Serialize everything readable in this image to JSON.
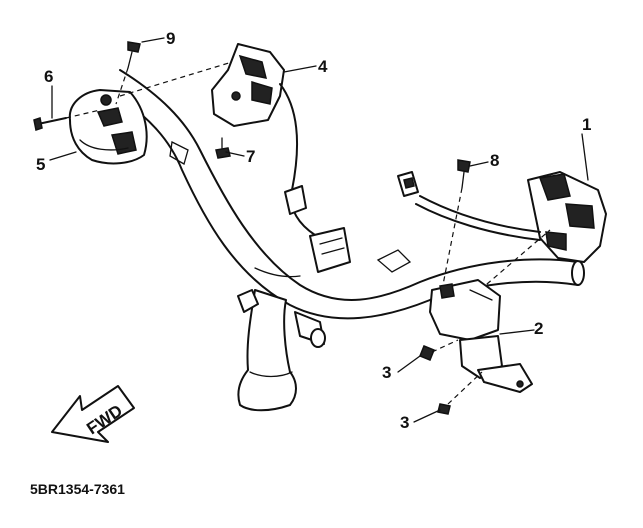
{
  "diagram": {
    "part_code": "5BR1354-7361",
    "direction_label": "FWD",
    "callouts": [
      "1",
      "2",
      "3",
      "3",
      "4",
      "5",
      "6",
      "7",
      "8",
      "9"
    ]
  }
}
